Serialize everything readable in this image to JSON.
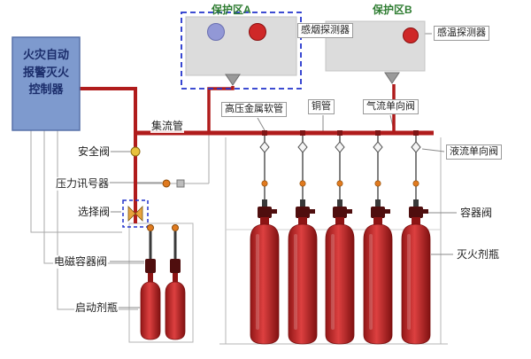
{
  "controller": {
    "label": "火灾自动\n报警灭火\n控制器"
  },
  "zones": {
    "zone_a": {
      "label": "保护区A"
    },
    "zone_b": {
      "label": "保护区B"
    }
  },
  "labels": {
    "smoke_detector": "感烟探测器",
    "heat_detector": "感温探测器",
    "high_pressure_hose": "高压金属软管",
    "copper_pipe": "铜管",
    "gas_check_valve": "气流单向阀",
    "liquid_check_valve": "液流单向阀",
    "manifold": "集流管",
    "safety_valve": "安全阀",
    "pressure_signal": "压力讯号器",
    "selector_valve": "选择阀",
    "solenoid_container_valve": "电磁容器阀",
    "starter_bottle": "启动剂瓶",
    "container_valve": "容器阀",
    "agent_bottle": "灭火剂瓶"
  },
  "equipment": {
    "agent_bottle_count": 5,
    "starter_bottle_count": 2
  },
  "colors": {
    "pipe_red": "#b01c1c",
    "bottle_red": "#d93a3a",
    "controller_blue": "#7e9ace",
    "controller_text": "#1b2d6b",
    "zone_label_green": "#2f7d32",
    "panel_gray": "#dcdcdc",
    "dashed_box_blue": "#2233cc",
    "detector_blue": "#9298d6",
    "detector_red": "#cf2828",
    "valve_orange": "#e8a33d",
    "wire_gray": "#a9a9a9"
  }
}
